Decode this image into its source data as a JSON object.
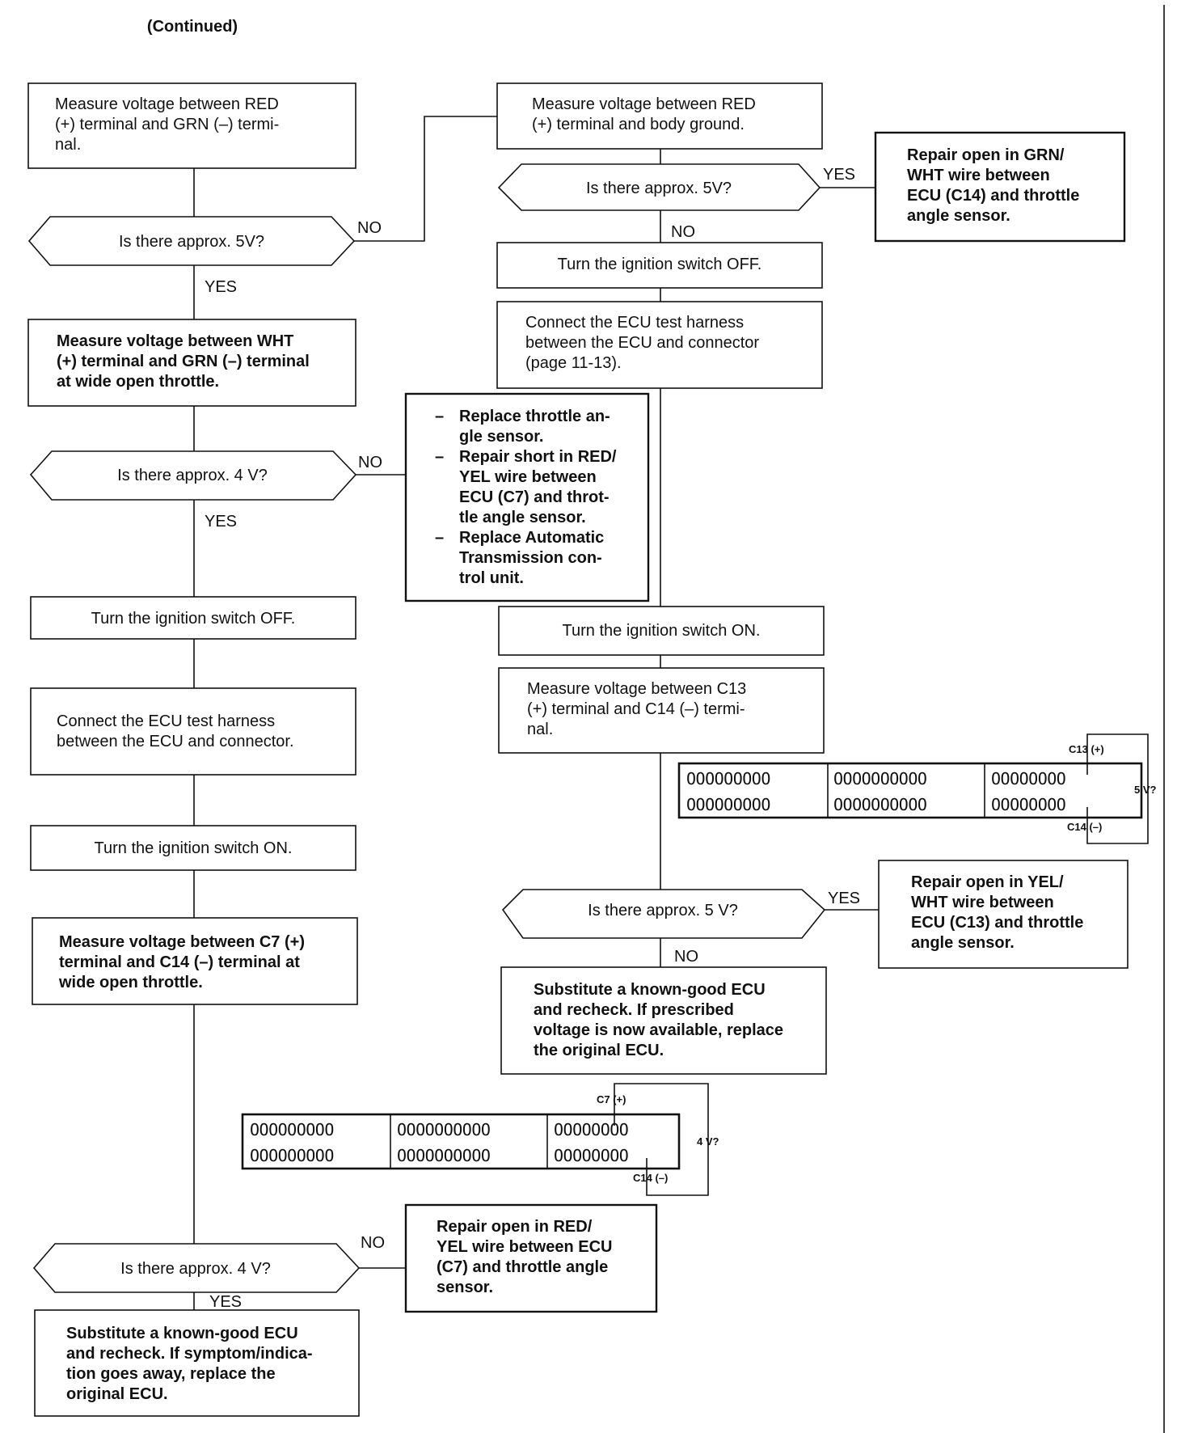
{
  "header": {
    "continued": "(Continued)"
  },
  "left": {
    "box1": [
      "Measure voltage between RED",
      "(+) terminal and GRN (–) termi-",
      "nal."
    ],
    "dec1": "Is there approx. 5V?",
    "box2": [
      "Measure voltage between WHT",
      "(+) terminal and GRN (–) terminal",
      "at wide open throttle."
    ],
    "dec2": "Is there approx. 4 V?",
    "box3": "Turn the ignition switch OFF.",
    "box4": [
      "Connect the ECU test harness",
      "between the ECU and connector."
    ],
    "box5": "Turn the ignition switch ON.",
    "box6": [
      "Measure voltage between C7 (+)",
      "terminal and C14 (–) terminal at",
      "wide open throttle."
    ],
    "dec3": "Is there approx. 4 V?",
    "box7": [
      "Substitute a known-good ECU",
      "and recheck. If symptom/indica-",
      "tion goes away, replace the",
      "original ECU."
    ]
  },
  "right": {
    "box1": [
      "Measure voltage between RED",
      "(+) terminal and body ground."
    ],
    "dec1": "Is there approx. 5V?",
    "repair1": [
      "Repair open in GRN/",
      "WHT wire between",
      "ECU (C14) and throttle",
      "angle sensor."
    ],
    "box2": "Turn the ignition switch OFF.",
    "box3": [
      "Connect the ECU test harness",
      "between the ECU and connector",
      "(page 11-13)."
    ],
    "replace": [
      {
        "bullet": "–",
        "lines": [
          "Replace throttle an-",
          "gle sensor."
        ]
      },
      {
        "bullet": "–",
        "lines": [
          "Repair short in RED/",
          "YEL wire between",
          "ECU (C7) and throt-",
          "tle angle sensor."
        ]
      },
      {
        "bullet": "–",
        "lines": [
          "Replace Automatic",
          "Transmission con-",
          "trol unit."
        ]
      }
    ],
    "box4": "Turn the ignition switch ON.",
    "box5": [
      "Measure voltage between C13",
      "(+) terminal and C14 (–) termi-",
      "nal."
    ],
    "dec2": "Is there approx. 5 V?",
    "repair2": [
      "Repair open in YEL/",
      "WHT wire between",
      "ECU (C13) and throttle",
      "angle sensor."
    ],
    "box6": [
      "Substitute a known-good ECU",
      "and recheck. If prescribed",
      "voltage is now available, replace",
      "the original ECU."
    ],
    "repair3": [
      "Repair open in RED/",
      "YEL wire between ECU",
      "(C7) and throttle angle",
      "sensor."
    ]
  },
  "labels": {
    "yes": "YES",
    "no": "NO"
  },
  "connector1": {
    "row1": [
      "OOOOOOOOO",
      "OOOOOOOOOO",
      "OOOOOOOO"
    ],
    "row2": [
      "OOOOOOOOO",
      "OOOOOOOOOO",
      "OOOOOOOO"
    ],
    "plus": "C13 (+)",
    "minus": "C14 (–)",
    "volt": "5 V?"
  },
  "connector2": {
    "row1": [
      "OOOOOOOOO",
      "OOOOOOOOOO",
      "OOOOOOOO"
    ],
    "row2": [
      "OOOOOOOOO",
      "OOOOOOOOOO",
      "OOOOOOOO"
    ],
    "plus": "C7 (+)",
    "minus": "C14 (–)",
    "volt": "4 V?"
  }
}
